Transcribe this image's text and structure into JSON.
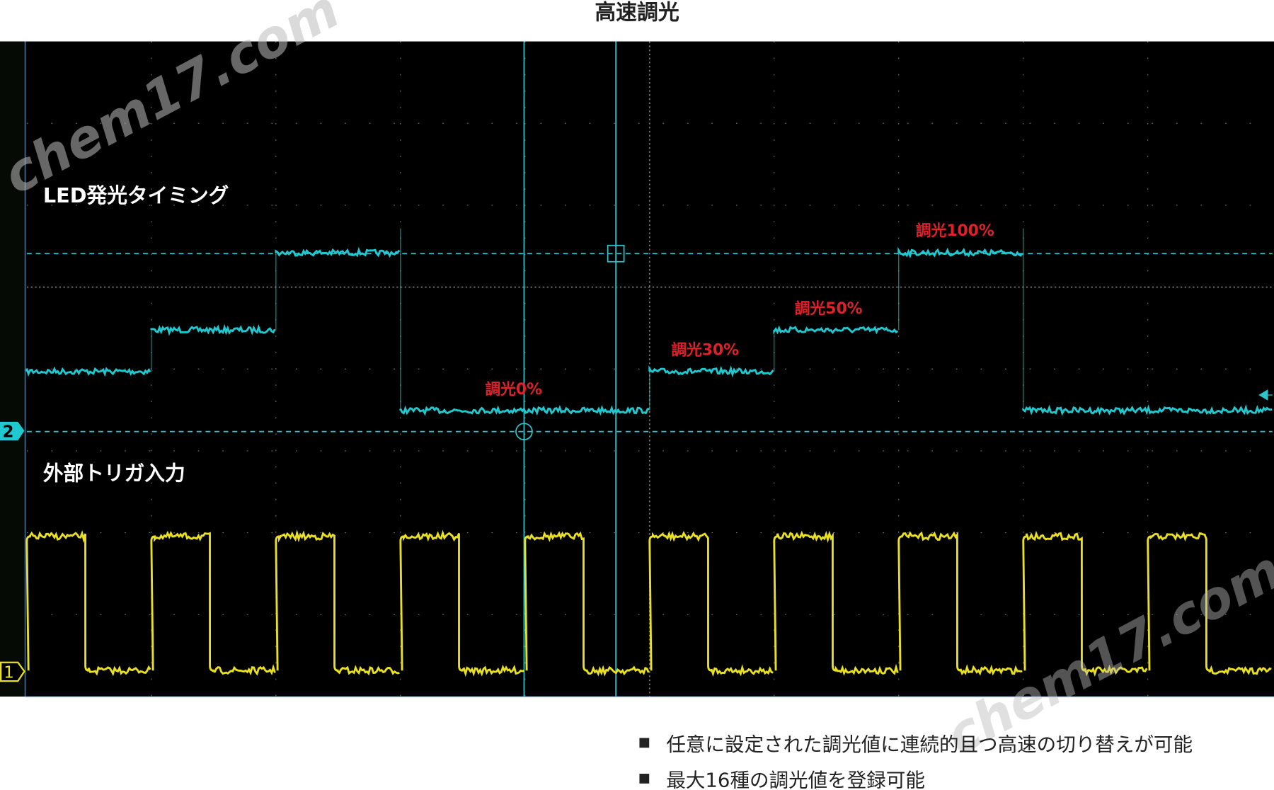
{
  "title": "高速調光",
  "chart_data": {
    "type": "line",
    "title": "高速調光",
    "grid": true,
    "channel_markers": [
      "2",
      "1"
    ],
    "series": [
      {
        "name": "LED発光タイミング",
        "channel": "2",
        "color": "#22c8d0",
        "unit": "dimming %",
        "trigger_periods": [
          1,
          1,
          1,
          2,
          1,
          1,
          1,
          2
        ],
        "levels": [
          30,
          50,
          100,
          0,
          30,
          50,
          100,
          0
        ]
      },
      {
        "name": "外部トリガ入力",
        "channel": "1",
        "color": "#e8e020",
        "pulses": 10,
        "duty": 0.47
      }
    ],
    "annotations": [
      "調光0%",
      "調光30%",
      "調光50%",
      "調光100%"
    ],
    "cursor_color": "#2fc4cc",
    "annotation_color": "#e0202a"
  },
  "bullets": [
    "任意に設定された調光値に連続的且つ高速の切り替えが可能",
    "最大16種の調光値を登録可能"
  ],
  "watermark": "chem17.com"
}
